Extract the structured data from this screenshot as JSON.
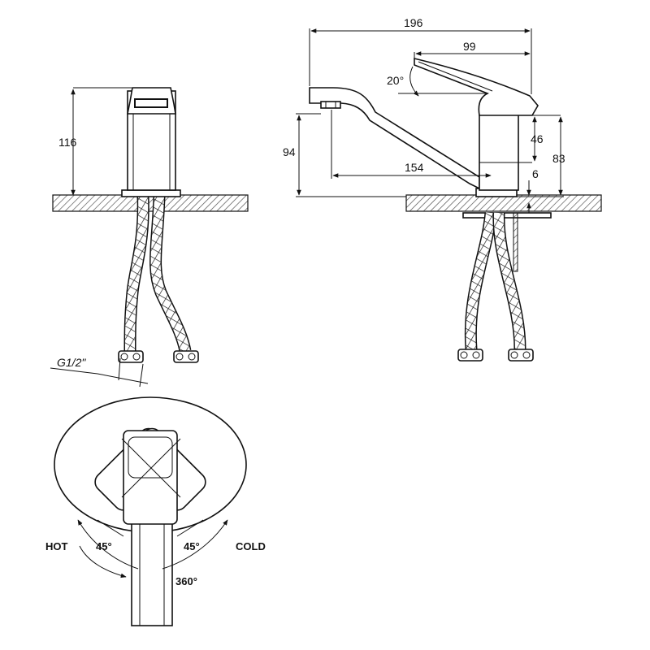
{
  "colors": {
    "line": "#111111",
    "hatch": "#555555",
    "background": "#ffffff"
  },
  "front_view": {
    "height": "116",
    "thread": "G1/2\""
  },
  "side_view": {
    "total_length": "196",
    "lever_length": "99",
    "lever_angle": "20°",
    "spout_height": "94",
    "spout_reach": "154",
    "body_height": "46",
    "total_height": "83",
    "base_thickness": "6"
  },
  "top_view": {
    "hot_label": "HOT",
    "cold_label": "COLD",
    "hot_angle": "45°",
    "cold_angle": "45°",
    "rotation": "360°"
  }
}
